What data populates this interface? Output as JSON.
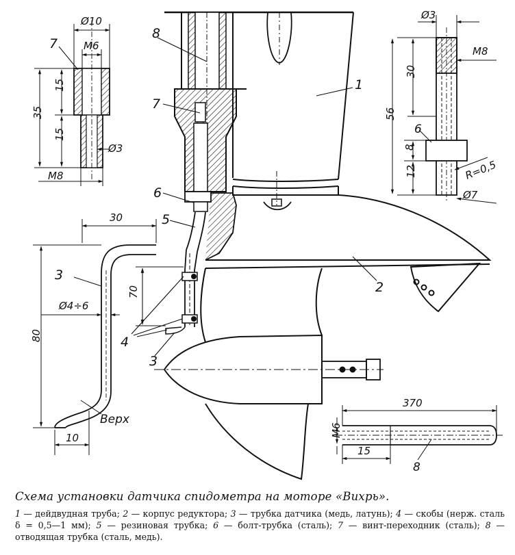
{
  "drawing": {
    "part_labels": [
      "1",
      "2",
      "3",
      "4",
      "5",
      "6",
      "7",
      "8"
    ],
    "pointer_labels": {
      "label_3_lower": "3",
      "label_3_left": "3",
      "label_4": "4",
      "label_8_lower": "8",
      "label_7_detail": "7",
      "label_6_detail": "6"
    },
    "top_left_detail": {
      "dia_top": "Ø10",
      "thread_top": "M6",
      "len_upper": "15",
      "len_lower": "15",
      "len_total": "35",
      "dia_hole": "Ø3",
      "thread_bottom": "M8"
    },
    "top_right_detail": {
      "dia_top": "Ø3",
      "thread": "M8",
      "len_upper": "30",
      "len_total": "56",
      "len_mid": "8",
      "len_lower": "12",
      "radius": "R=0,5",
      "dia_bottom": "Ø7"
    },
    "tube_detail": {
      "width_top": "30",
      "height_total": "80",
      "dia": "Ø4÷6",
      "width_bottom": "10",
      "top_marker": "Верх",
      "label": "3"
    },
    "center_dims": {
      "height": "70"
    },
    "bottom_right_detail": {
      "length": "370",
      "thread": "M6",
      "thread_len": "15",
      "label": "8"
    }
  },
  "caption": {
    "title": "Схема установки датчика спидометра на моторе «Вихрь».",
    "legend": [
      {
        "num": "1",
        "text": " — дейдвудная труба; "
      },
      {
        "num": "2",
        "text": " — корпус редуктора; "
      },
      {
        "num": "3",
        "text": " — трубка датчика (медь, латунь); "
      },
      {
        "num": "4",
        "text": " — скобы (нерж. сталь δ = 0,5—1 мм); "
      },
      {
        "num": "5",
        "text": " — резиновая трубка; "
      },
      {
        "num": "6",
        "text": " — болт-трубка (сталь); "
      },
      {
        "num": "7",
        "text": " — винт-переходник (сталь); "
      },
      {
        "num": "8",
        "text": " — отводящая трубка (сталь, медь)."
      }
    ]
  }
}
